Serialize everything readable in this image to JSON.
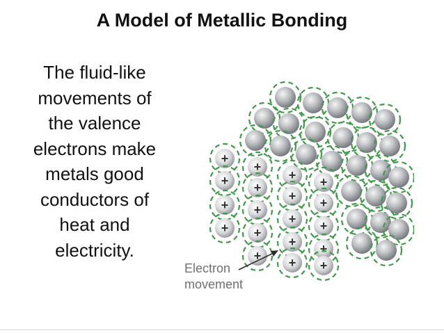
{
  "slide": {
    "title": "A Model of Metallic Bonding",
    "description_lines": [
      "The fluid-like",
      "movements of",
      "the valence",
      "electrons make",
      "metals good",
      "conductors of",
      "heat and",
      "electricity."
    ]
  },
  "figure": {
    "label_line1": "Electron",
    "label_line2": "movement",
    "ion_symbol": "+",
    "colors": {
      "electron_path": "#3f9a48",
      "atom_light": "#f4f4f4",
      "atom_dark": "#7c7f84"
    }
  }
}
